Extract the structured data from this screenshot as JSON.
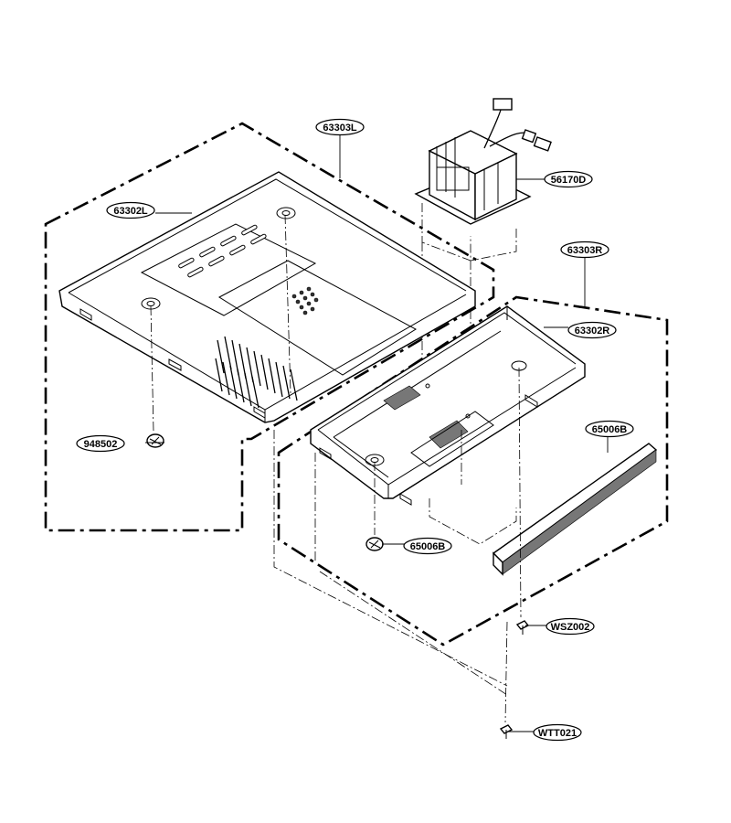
{
  "diagram": {
    "part_labels": [
      {
        "id": "63303L"
      },
      {
        "id": "63302L"
      },
      {
        "id": "56170D"
      },
      {
        "id": "63303R"
      },
      {
        "id": "63302R"
      },
      {
        "id": "65006B"
      },
      {
        "id": "948502"
      },
      {
        "id": "65006B"
      },
      {
        "id": "WSZ002"
      },
      {
        "id": "WTT021"
      }
    ],
    "icons": [
      "transformer-icon",
      "screw-icon",
      "foot-icon",
      "gasket-strip-icon"
    ]
  }
}
